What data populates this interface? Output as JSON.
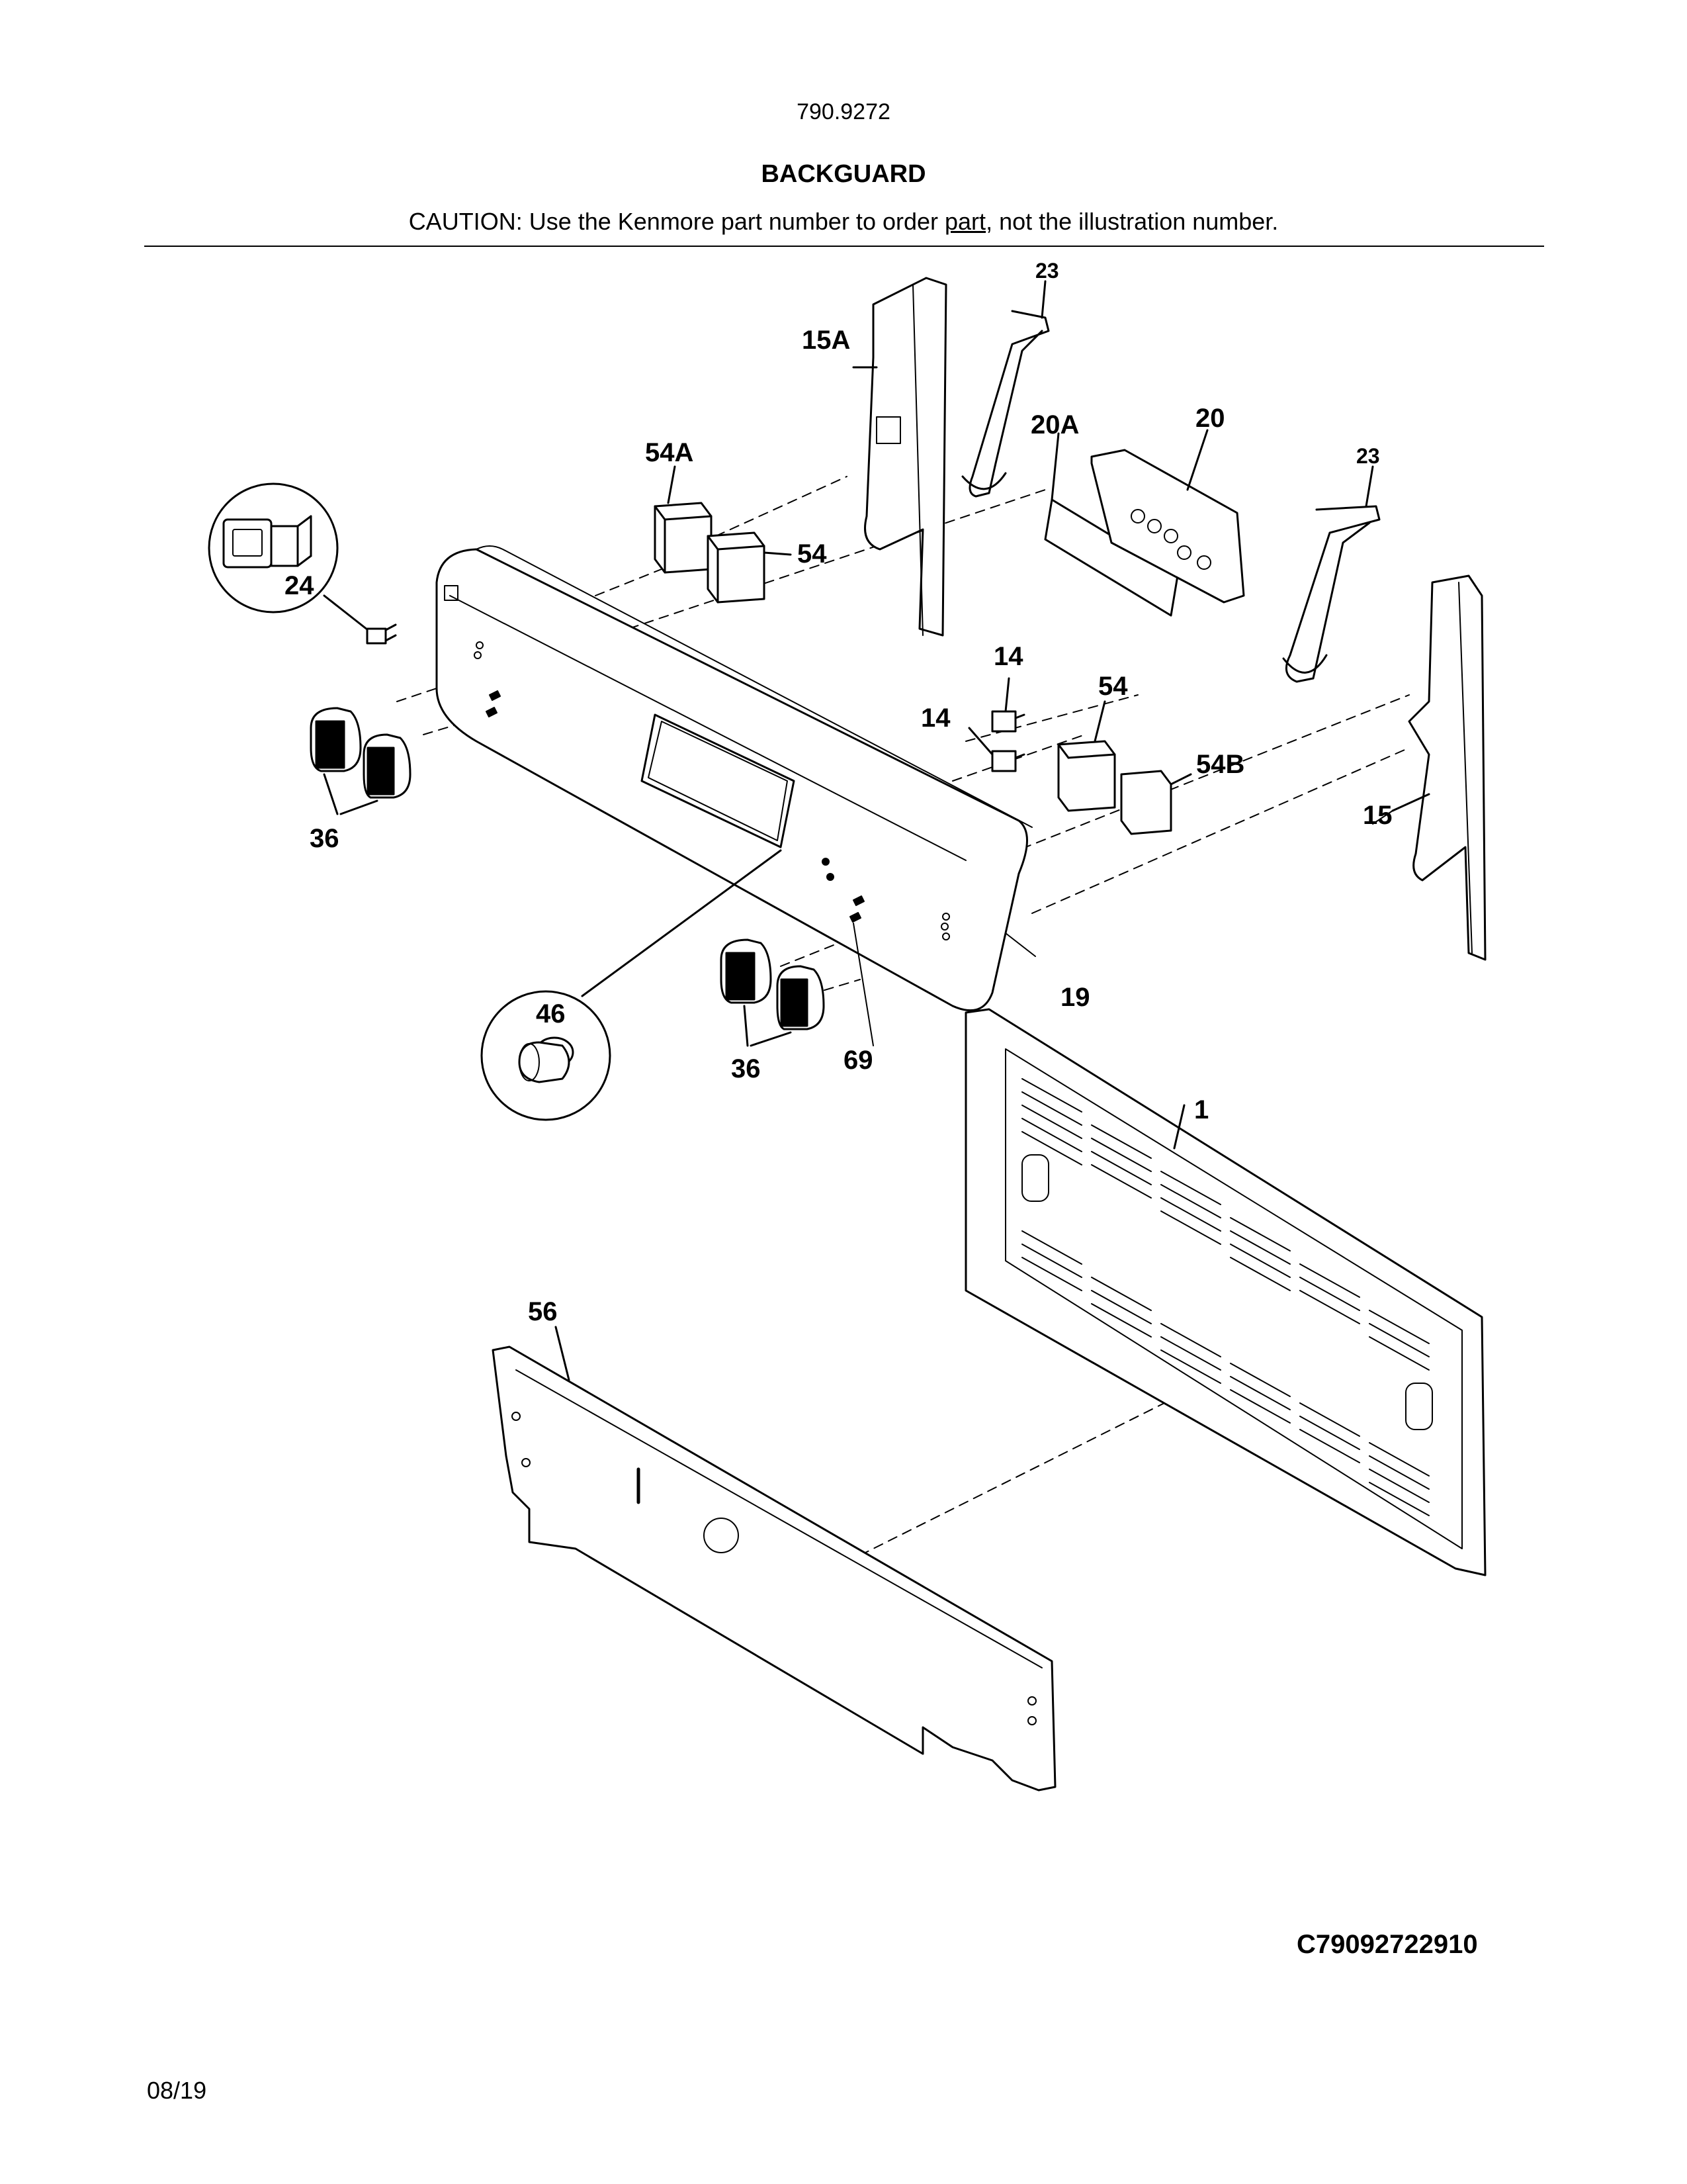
{
  "header": {
    "model_number": "790.9272",
    "title": "BACKGUARD",
    "caution_prefix": "CAUTION: Use the Kenmore part number to order ",
    "caution_underlined": "part",
    "caution_suffix": ", not the illustration number."
  },
  "callouts": {
    "c1": "1",
    "c14a": "14",
    "c14b": "14",
    "c15": "15",
    "c15a": "15A",
    "c19": "19",
    "c20": "20",
    "c20a": "20A",
    "c23a": "23",
    "c23b": "23",
    "c24": "24",
    "c36a": "36",
    "c36b": "36",
    "c46": "46",
    "c54a": "54",
    "c54b": "54",
    "c54A": "54A",
    "c54B": "54B",
    "c56": "56",
    "c69": "69"
  },
  "footer": {
    "drawing_code": "C79092722910",
    "date": "08/19"
  }
}
